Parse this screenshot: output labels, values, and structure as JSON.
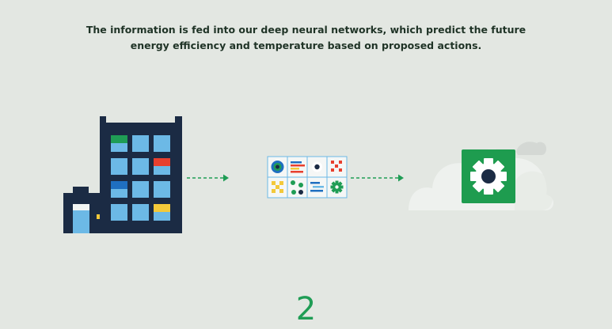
{
  "caption": {
    "line1": "The information is fed into our deep neural networks, which predict the future",
    "line2": "energy efficiency and temperature based on proposed actions."
  },
  "step_number": "2",
  "colors": {
    "background": "#e3e7e2",
    "building": "#1b2b44",
    "window": "#6cb9e6",
    "accent_green": "#1f9d55",
    "accent_red": "#e8402e",
    "accent_yellow": "#f3c93a",
    "accent_blue": "#1f6fc0",
    "cloud": "#eef1ee",
    "arrow": "#1f9d55",
    "gear_tile": "#1e9c4f"
  },
  "icons": {
    "building": "office-building-icon",
    "network_grid": "neural-network-grid-icon",
    "gear": "gear-icon",
    "cloud": "cloud-icon"
  }
}
